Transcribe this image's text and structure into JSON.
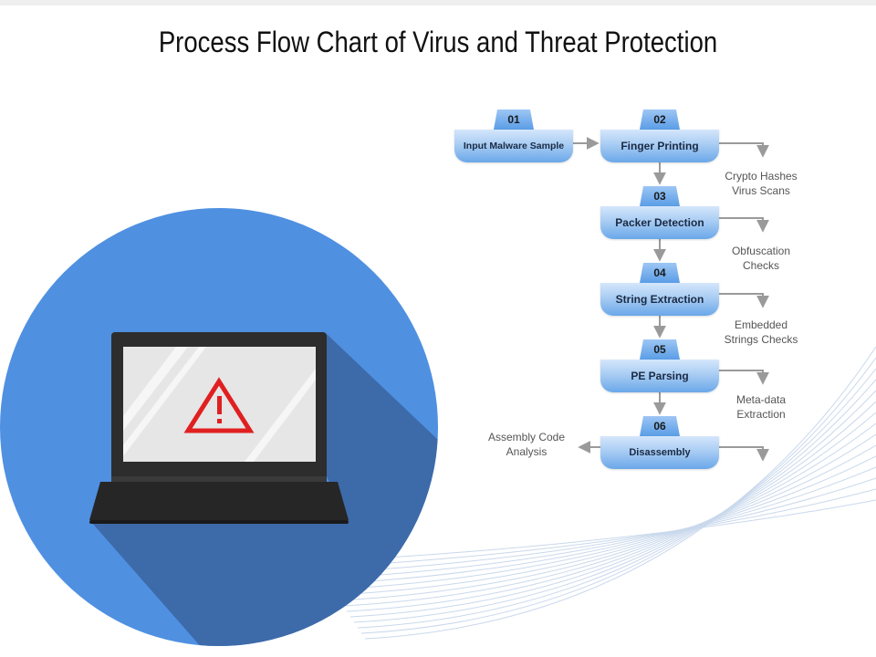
{
  "title": "Process Flow Chart of Virus and Threat Protection",
  "colors": {
    "circle": "#4f90e1",
    "shadow": "#3d6aa9",
    "step_gradient_top": "#d4e6fb",
    "step_gradient_bottom": "#6aa7e9",
    "warning": "#e02020"
  },
  "icons": [
    "laptop-icon",
    "warning-icon"
  ],
  "steps": [
    {
      "num": "01",
      "label": "Input Malware Sample"
    },
    {
      "num": "02",
      "label": "Finger Printing"
    },
    {
      "num": "03",
      "label": "Packer Detection"
    },
    {
      "num": "04",
      "label": "String Extraction"
    },
    {
      "num": "05",
      "label": "PE Parsing"
    },
    {
      "num": "06",
      "label": "Disassembly"
    }
  ],
  "notes": {
    "crypto": [
      "Crypto Hashes",
      "Virus Scans"
    ],
    "obfuscation": [
      "Obfuscation",
      "Checks"
    ],
    "embedded": [
      "Embedded",
      "Strings Checks"
    ],
    "metadata": [
      "Meta-data",
      "Extraction"
    ],
    "assembly": [
      "Assembly Code",
      "Analysis"
    ]
  }
}
